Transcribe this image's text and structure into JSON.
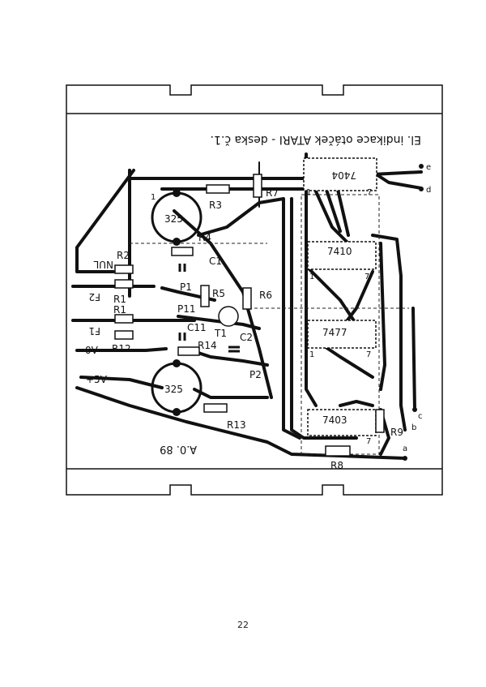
{
  "title": "El. indikace otáček ATARI - deska č.1.",
  "footer_code": "A.0. 89",
  "page_number": "22",
  "connectors": {
    "nul": "NUL",
    "f2": "F2",
    "f1": "F1",
    "ov": "0V",
    "plus5v": "+5V"
  },
  "pins": {
    "e": "e",
    "d": "d",
    "c": "c",
    "b": "b",
    "a": "a"
  },
  "ics": {
    "u1": "7404",
    "u2": "7410",
    "u3": "7477",
    "u4": "7403",
    "disp1": "325",
    "disp2": "325"
  },
  "pin1": "1",
  "pin7": "7",
  "parts": {
    "r1a": "R1",
    "r1b": "R1",
    "r2": "R2",
    "r3": "R3",
    "r4": "R4",
    "r5": "R5",
    "r6": "R6",
    "r7": "R7",
    "r8": "R8",
    "r9": "R9",
    "r12": "R12",
    "r13": "R13",
    "r14": "R14",
    "c1": "C1",
    "c11": "C11",
    "c2": "C2",
    "p1": "P1",
    "p11": "P11",
    "p2": "P2",
    "t1": "T1"
  }
}
